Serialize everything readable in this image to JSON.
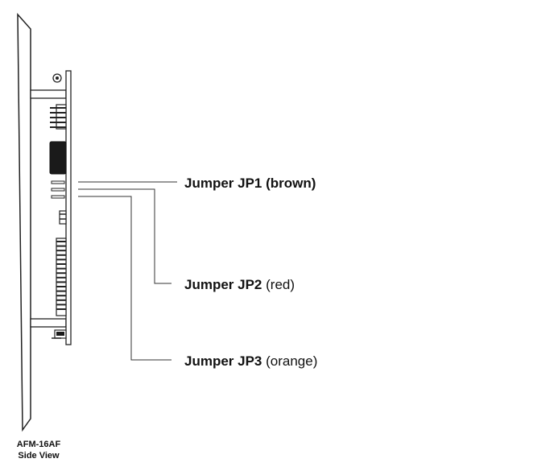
{
  "caption": {
    "model": "AFM-16AF",
    "view": "Side View"
  },
  "callouts": [
    {
      "name": "Jumper JP1",
      "color": "(brown)",
      "name_bold": true,
      "color_bold": true
    },
    {
      "name": "Jumper JP2",
      "color": "(red)",
      "name_bold": true,
      "color_bold": false
    },
    {
      "name": "Jumper JP3",
      "color": "(orange)",
      "name_bold": true,
      "color_bold": false
    }
  ]
}
